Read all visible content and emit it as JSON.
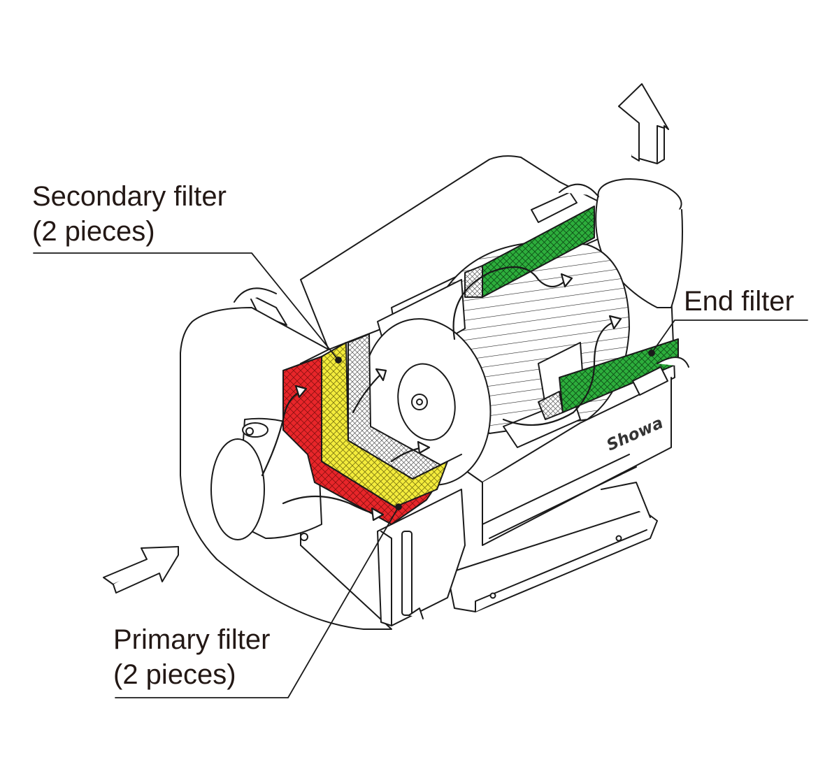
{
  "labels": {
    "secondary_filter": {
      "line1": "Secondary filter",
      "line2": "(2 pieces)"
    },
    "primary_filter": {
      "line1": "Primary filter",
      "line2": "(2 pieces)"
    },
    "end_filter": "End filter"
  },
  "brand": "Showa",
  "colors": {
    "outline": "#1a1a1a",
    "primary_filter": "#e8262a",
    "secondary_filter": "#f4ec3c",
    "end_filter": "#2dae3c",
    "mesh": "#bdbdbd"
  },
  "icons": [
    "inlet-arrow-icon",
    "outlet-arrow-icon",
    "airflow-arrow-icon"
  ]
}
